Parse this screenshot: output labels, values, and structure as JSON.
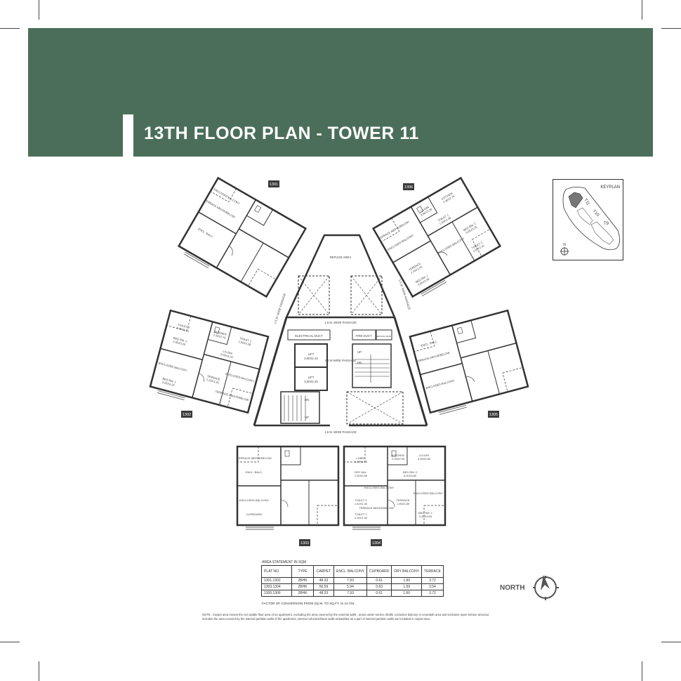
{
  "header": {
    "title": "13TH FLOOR PLAN - TOWER 11",
    "background_color": "#4b6e5a"
  },
  "keyplan": {
    "title": "KEYPLAN",
    "towers": [
      "T11",
      "T10",
      "T9"
    ],
    "highlighted": "T11",
    "north_label": "N"
  },
  "plan": {
    "core": {
      "refuge": "REFUGE AREA",
      "passage_top": "1.5 M. WIDE PASSAGE",
      "passage_diag_left": "1.5 M. WIDE PASSAGE",
      "passage_diag_right": "1.5 M. WIDE PASSAGE",
      "electrical_duct": "ELECTRICAL DUCT",
      "fire_duct": "FIRE DUCT",
      "service_shaft": "SERVICE SHAFT",
      "lift_1": "LIFT",
      "lift_1_dims": "3.00X2.15",
      "lift_2": "LIFT",
      "lift_2_dims": "3.00X2.15",
      "passage_mid": "2.4 M WIDE PASSAGE",
      "up": "UP",
      "dn": "DN",
      "passage_bottom": "1.5 M. WIDE PASSAGE"
    },
    "flats": [
      {
        "number": "1301",
        "rooms": [
          {
            "name": "ENCLOSED BALCONY",
            "dims": ""
          },
          {
            "name": "TERRACE ABOVE/BELOW",
            "dims": ""
          },
          {
            "name": "ENCL. BALC.",
            "dims": ""
          }
        ]
      },
      {
        "number": "1302",
        "rooms": [
          {
            "name": "TOILET 2",
            "dims": "2.45X1.51"
          },
          {
            "name": "BED RM. 2",
            "dims": "3.05X3.25"
          },
          {
            "name": "ENCLOSED BALCONY",
            "dims": ""
          },
          {
            "name": "BED RM. 1",
            "dims": "3.05X3.20"
          },
          {
            "name": "KITCHEN",
            "dims": "2.30X2.75"
          },
          {
            "name": "TOILET 1",
            "dims": "1.50X2.28"
          },
          {
            "name": "LIV-DIN",
            "dims": "3.05X3.20"
          },
          {
            "name": "ENCLOSED BALCONY",
            "dims": ""
          },
          {
            "name": "TERRACE",
            "dims": "2.33X1.45"
          },
          {
            "name": "TERRACE ABOVE/BELOW",
            "dims": ""
          }
        ]
      },
      {
        "number": "1303",
        "rooms": [
          {
            "name": "TERRACE ABOVE/BELOW",
            "dims": ""
          },
          {
            "name": "ENCL. BALC.",
            "dims": ""
          },
          {
            "name": "ENCLOSED BALCONY",
            "dims": ""
          },
          {
            "name": "CUPBOARD",
            "dims": ""
          }
        ]
      },
      {
        "number": "1304",
        "rooms": [
          {
            "name": "LOBBY",
            "dims": "1.90X1.50"
          },
          {
            "name": "DRY BAL.",
            "dims": "1.50X0.80"
          },
          {
            "name": "TOILET 2",
            "dims": "1.52X2.40"
          },
          {
            "name": "TOILET 1",
            "dims": "2.25X1.53"
          },
          {
            "name": "KITCHEN",
            "dims": "2.15X2.35"
          },
          {
            "name": "LIV-DIN",
            "dims": "3.05X5.80"
          },
          {
            "name": "BED RM. 2",
            "dims": "3.20X3.80"
          },
          {
            "name": "ENCLOSED BALCONY",
            "dims": ""
          },
          {
            "name": "TERRACE",
            "dims": "1.05X2.50"
          },
          {
            "name": "BED RM. 1",
            "dims": "3.30X3.05"
          },
          {
            "name": "ENCLOSED BALCONY",
            "dims": ""
          },
          {
            "name": "TERRACE ABOVE/BELOW",
            "dims": ""
          }
        ]
      },
      {
        "number": "1305",
        "rooms": [
          {
            "name": "ENCL. BALC.",
            "dims": ""
          },
          {
            "name": "TERRACE ABOVE/BELOW",
            "dims": ""
          },
          {
            "name": "ENCLOSED BALCONY",
            "dims": ""
          }
        ]
      },
      {
        "number": "1306",
        "rooms": [
          {
            "name": "TERRACE ABOVE/BELOW",
            "dims": ""
          },
          {
            "name": "ENCLOSED BALCONY",
            "dims": ""
          },
          {
            "name": "TERRACE",
            "dims": "2.33X1.45"
          },
          {
            "name": "BED RM. 1",
            "dims": "3.05X3.35"
          },
          {
            "name": "LIV-DIN",
            "dims": "3.05X3.20"
          },
          {
            "name": "KITCHEN",
            "dims": "2.30X2.75"
          },
          {
            "name": "TOILET 1",
            "dims": "1.50X2.28"
          },
          {
            "name": "BED RM. 2",
            "dims": "3.05X3.25"
          },
          {
            "name": "ENCLOSED BALCONY",
            "dims": ""
          },
          {
            "name": "TOILET 2",
            "dims": "2.45X1.51"
          }
        ]
      }
    ]
  },
  "area_statement": {
    "title": "AREA STATEMENT IN SQM",
    "columns": [
      "PLAT NO.",
      "TYPE",
      "CARPET",
      "ENCL. BALCONY",
      "CUPBOARD",
      "DRY BALCONY",
      "TERRACE"
    ],
    "rows": [
      [
        "1301,1302",
        "2BHK",
        "48.33",
        "7.93",
        "0.61",
        "1.60",
        "3.72"
      ],
      [
        "1303,1304",
        "2BHK",
        "56.59",
        "5.94",
        "0.63",
        "1.59",
        "3.54"
      ],
      [
        "1305,1306",
        "2BHK",
        "48.33",
        "7.93",
        "0.61",
        "1.60",
        "3.72"
      ]
    ],
    "factor": "FACTOR OF CONVERSION FROM SQ.M. TO SQ.FT. IS 10.764."
  },
  "note": "NOTE : Carpet area means the net usable floor area of an apartment, excluding the area covered by the external walls , areas under service shafts ,exclusive balcony or verandah area and exclusive open terrace area,but includes the area covered by the internal partition walls of the apartment, internal columns/shear walls embedded as a part of internal partition walls are included in carpet area.",
  "north": {
    "label": "NORTH",
    "icon": "north-compass-icon"
  }
}
